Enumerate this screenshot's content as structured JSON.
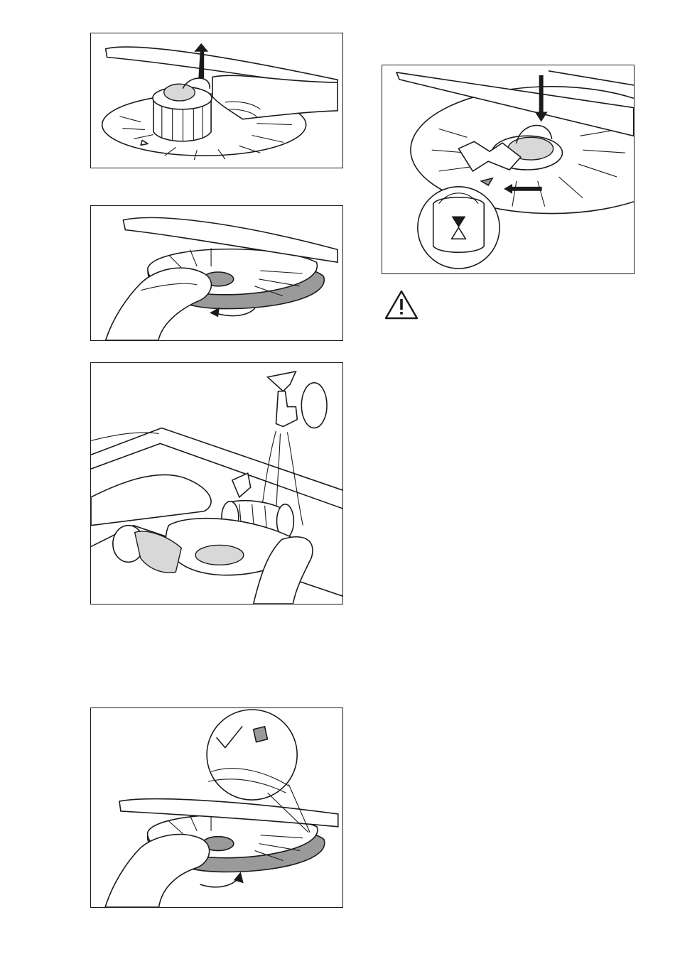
{
  "illustrations": [
    {
      "id": "fig1",
      "name": "remove-filter-illustration",
      "arrow": "up"
    },
    {
      "id": "fig2",
      "name": "turn-flat-filter-illustration",
      "arrow": "anticlockwise"
    },
    {
      "id": "fig3",
      "name": "rinse-filters-under-tap-illustration",
      "arrow": ""
    },
    {
      "id": "fig4",
      "name": "refit-flat-filter-illustration",
      "arrow": "clockwise"
    },
    {
      "id": "fig5",
      "name": "lock-filter-illustration",
      "arrow": "down"
    }
  ],
  "warning": {
    "icon": "warning-triangle-icon"
  },
  "colors": {
    "line": "#1a1a1a",
    "shade": "#9a9a9a",
    "background": "#ffffff"
  }
}
